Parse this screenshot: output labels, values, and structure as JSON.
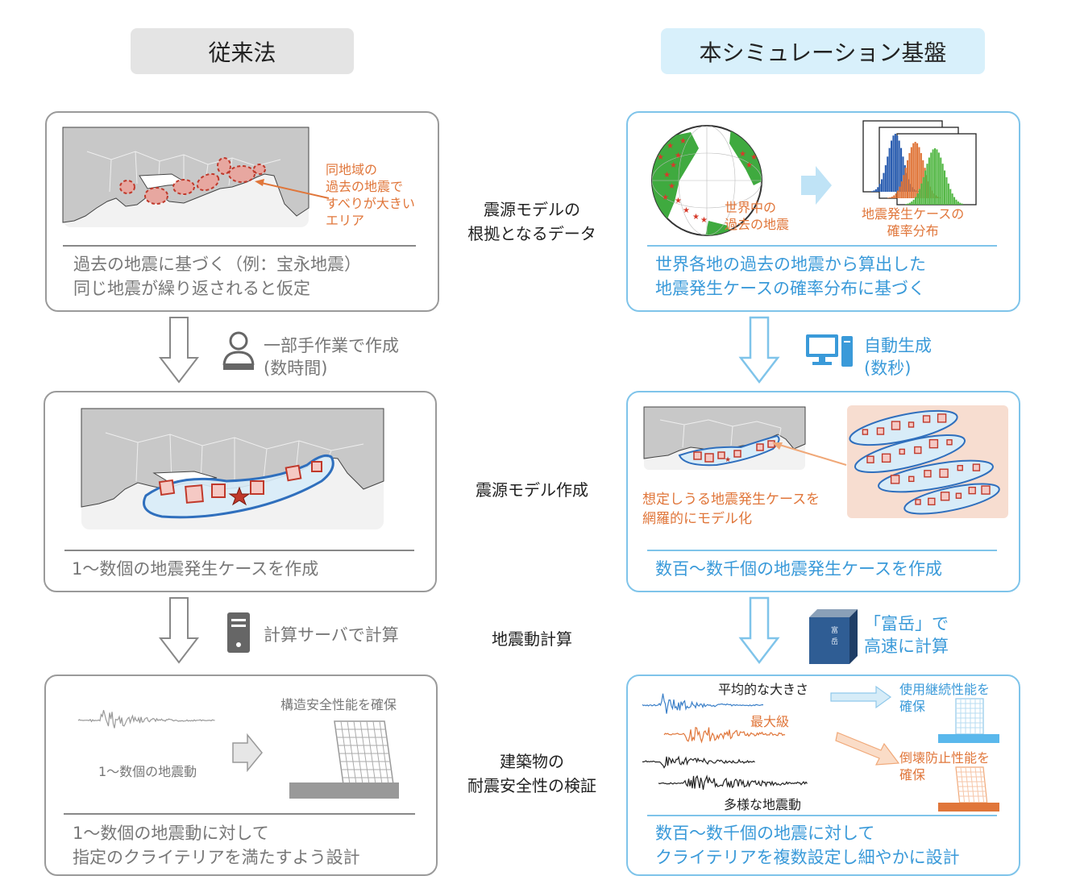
{
  "headers": {
    "left": "従来法",
    "right": "本シミュレーション基盤"
  },
  "middle_labels": {
    "row1_line1": "震源モデルの",
    "row1_line2": "根拠となるデータ",
    "row2": "震源モデル作成",
    "row3": "地震動計算",
    "row4_line1": "建築物の",
    "row4_line2": "耐震安全性の検証"
  },
  "left": {
    "box1": {
      "annotation_line1": "同地域の",
      "annotation_line2": "過去の地震で",
      "annotation_line3": "すべりが大きい",
      "annotation_line4": "エリア",
      "caption_line1": "過去の地震に基づく（例：宝永地震）",
      "caption_line2": "同じ地震が繰り返されると仮定"
    },
    "arrow1": {
      "line1": "一部手作業で作成",
      "line2": "(数時間)"
    },
    "box2": {
      "caption": "1～数個の地震発生ケースを作成"
    },
    "arrow2": {
      "line1": "計算サーバで計算"
    },
    "box3": {
      "top_label": "構造安全性能を確保",
      "wave_label": "1～数個の地震動",
      "caption_line1": "1～数個の地震動に対して",
      "caption_line2": "指定のクライテリアを満たすよう設計"
    }
  },
  "right": {
    "box1": {
      "globe_label_line1": "世界中の",
      "globe_label_line2": "過去の地震",
      "dist_label_line1": "地震発生ケースの",
      "dist_label_line2": "確率分布",
      "caption_line1": "世界各地の過去の地震から算出した",
      "caption_line2": "地震発生ケースの確率分布に基づく"
    },
    "arrow1": {
      "line1": "自動生成",
      "line2": "(数秒)"
    },
    "box2": {
      "note_line1": "想定しうる地震発生ケースを",
      "note_line2": "網羅的にモデル化",
      "caption": "数百～数千個の地震発生ケースを作成"
    },
    "arrow2": {
      "line1": "「富岳」で",
      "line2": "高速に計算",
      "machine_label_1": "富",
      "machine_label_2": "岳"
    },
    "box3": {
      "avg_label": "平均的な大きさ",
      "max_label": "最大級",
      "many_label": "多様な地震動",
      "perf1_line1": "使用継続性能を",
      "perf1_line2": "確保",
      "perf2_line1": "倒壊防止性能を",
      "perf2_line2": "確保",
      "caption_line1": "数百～数千個の地震に対して",
      "caption_line2": "クライテリアを複数設定し細やかに設計"
    }
  },
  "colors": {
    "orange": "#e0763a",
    "blue": "#3a9ad9",
    "gray_text": "#777777",
    "light_blue": "#d8f0fb",
    "header_gray": "#e4e4e4"
  }
}
